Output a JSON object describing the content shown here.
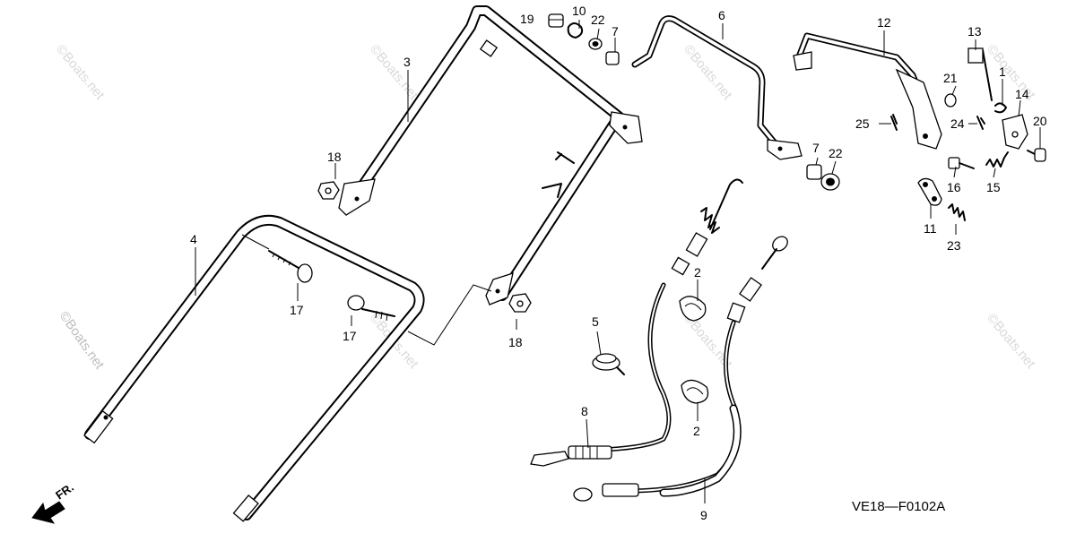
{
  "diagram": {
    "code": "VE18—F0102A",
    "front_label": "FR.",
    "watermark": "©Boats.net",
    "callouts": [
      {
        "id": "c19",
        "text": "19"
      },
      {
        "id": "c10",
        "text": "10"
      },
      {
        "id": "c22a",
        "text": "22"
      },
      {
        "id": "c7a",
        "text": "7"
      },
      {
        "id": "c6",
        "text": "6"
      },
      {
        "id": "c12",
        "text": "12"
      },
      {
        "id": "c13",
        "text": "13"
      },
      {
        "id": "c3",
        "text": "3"
      },
      {
        "id": "c21",
        "text": "21"
      },
      {
        "id": "c1",
        "text": "1"
      },
      {
        "id": "c14",
        "text": "14"
      },
      {
        "id": "c24",
        "text": "24"
      },
      {
        "id": "c20",
        "text": "20"
      },
      {
        "id": "c25",
        "text": "25"
      },
      {
        "id": "c18a",
        "text": "18"
      },
      {
        "id": "c7b",
        "text": "7"
      },
      {
        "id": "c22b",
        "text": "22"
      },
      {
        "id": "c16",
        "text": "16"
      },
      {
        "id": "c15",
        "text": "15"
      },
      {
        "id": "c4",
        "text": "4"
      },
      {
        "id": "c11",
        "text": "11"
      },
      {
        "id": "c23",
        "text": "23"
      },
      {
        "id": "c2a",
        "text": "2"
      },
      {
        "id": "c17a",
        "text": "17"
      },
      {
        "id": "c17b",
        "text": "17"
      },
      {
        "id": "c5",
        "text": "5"
      },
      {
        "id": "c18b",
        "text": "18"
      },
      {
        "id": "c2b",
        "text": "2"
      },
      {
        "id": "c8",
        "text": "8"
      },
      {
        "id": "c9",
        "text": "9"
      }
    ]
  }
}
